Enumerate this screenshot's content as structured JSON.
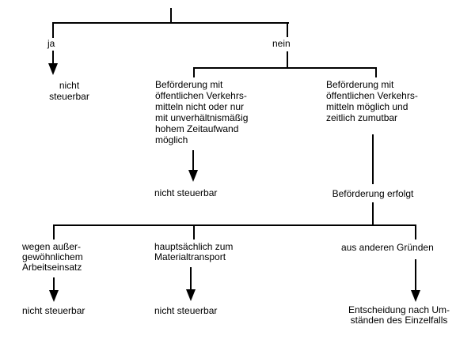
{
  "diagram": {
    "root": {
      "yes_label": "ja",
      "no_label": "nein"
    },
    "yes_branch": {
      "result_lines": [
        "nicht",
        "steuerbar"
      ]
    },
    "no_branch": {
      "left": {
        "condition_lines": [
          "Beförderung mit",
          "öffentlichen Verkehrs-",
          "mitteln nicht oder nur",
          "mit unverhältnismäßig",
          "hohem Zeitaufwand",
          "möglich"
        ],
        "result": "nicht steuerbar"
      },
      "right": {
        "condition_lines": [
          "Beförderung mit",
          "öffentlichen Verkehrs-",
          "mitteln möglich und",
          "zeitlich zumutbar"
        ],
        "node": "Beförderung erfolgt"
      }
    },
    "sub_branches": {
      "left": {
        "condition_lines": [
          "wegen außer-",
          "gewöhnlichem",
          "Arbeitseinsatz"
        ],
        "result": "nicht steuerbar"
      },
      "middle": {
        "condition_lines": [
          "hauptsächlich zum",
          "Materialtransport"
        ],
        "result": "nicht steuerbar"
      },
      "right": {
        "condition_lines": [
          "aus anderen Gründen"
        ],
        "result_lines": [
          "Entscheidung nach Um-",
          "ständen des Einzelfalls"
        ]
      }
    },
    "colors": {
      "line": "#000000",
      "text": "#000000",
      "background": "#ffffff"
    }
  }
}
